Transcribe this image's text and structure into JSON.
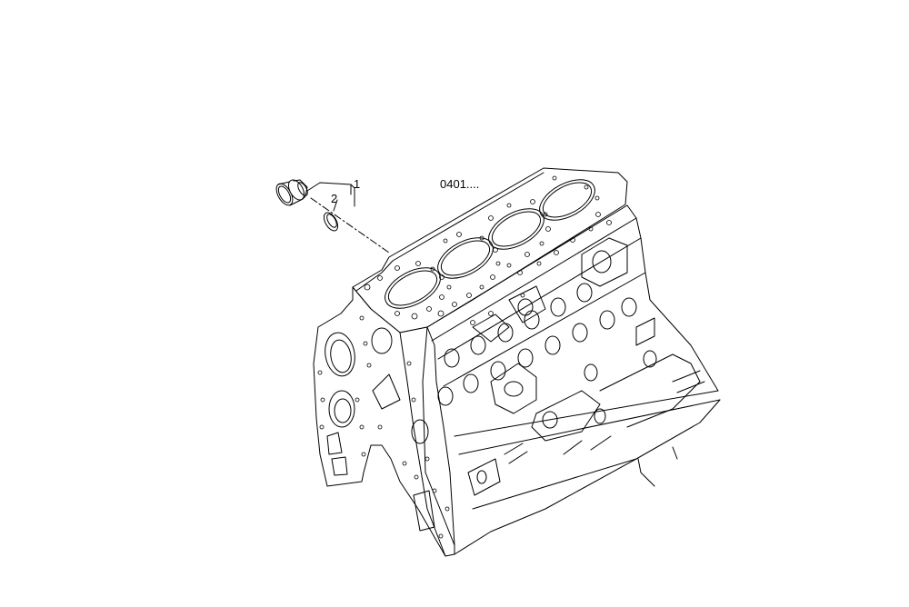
{
  "drawing": {
    "reference_code": "0401....",
    "callouts": [
      {
        "number": "1",
        "part": "plug"
      },
      {
        "number": "2",
        "part": "seal-ring"
      }
    ],
    "line_color": "#000000",
    "background": "#ffffff"
  }
}
